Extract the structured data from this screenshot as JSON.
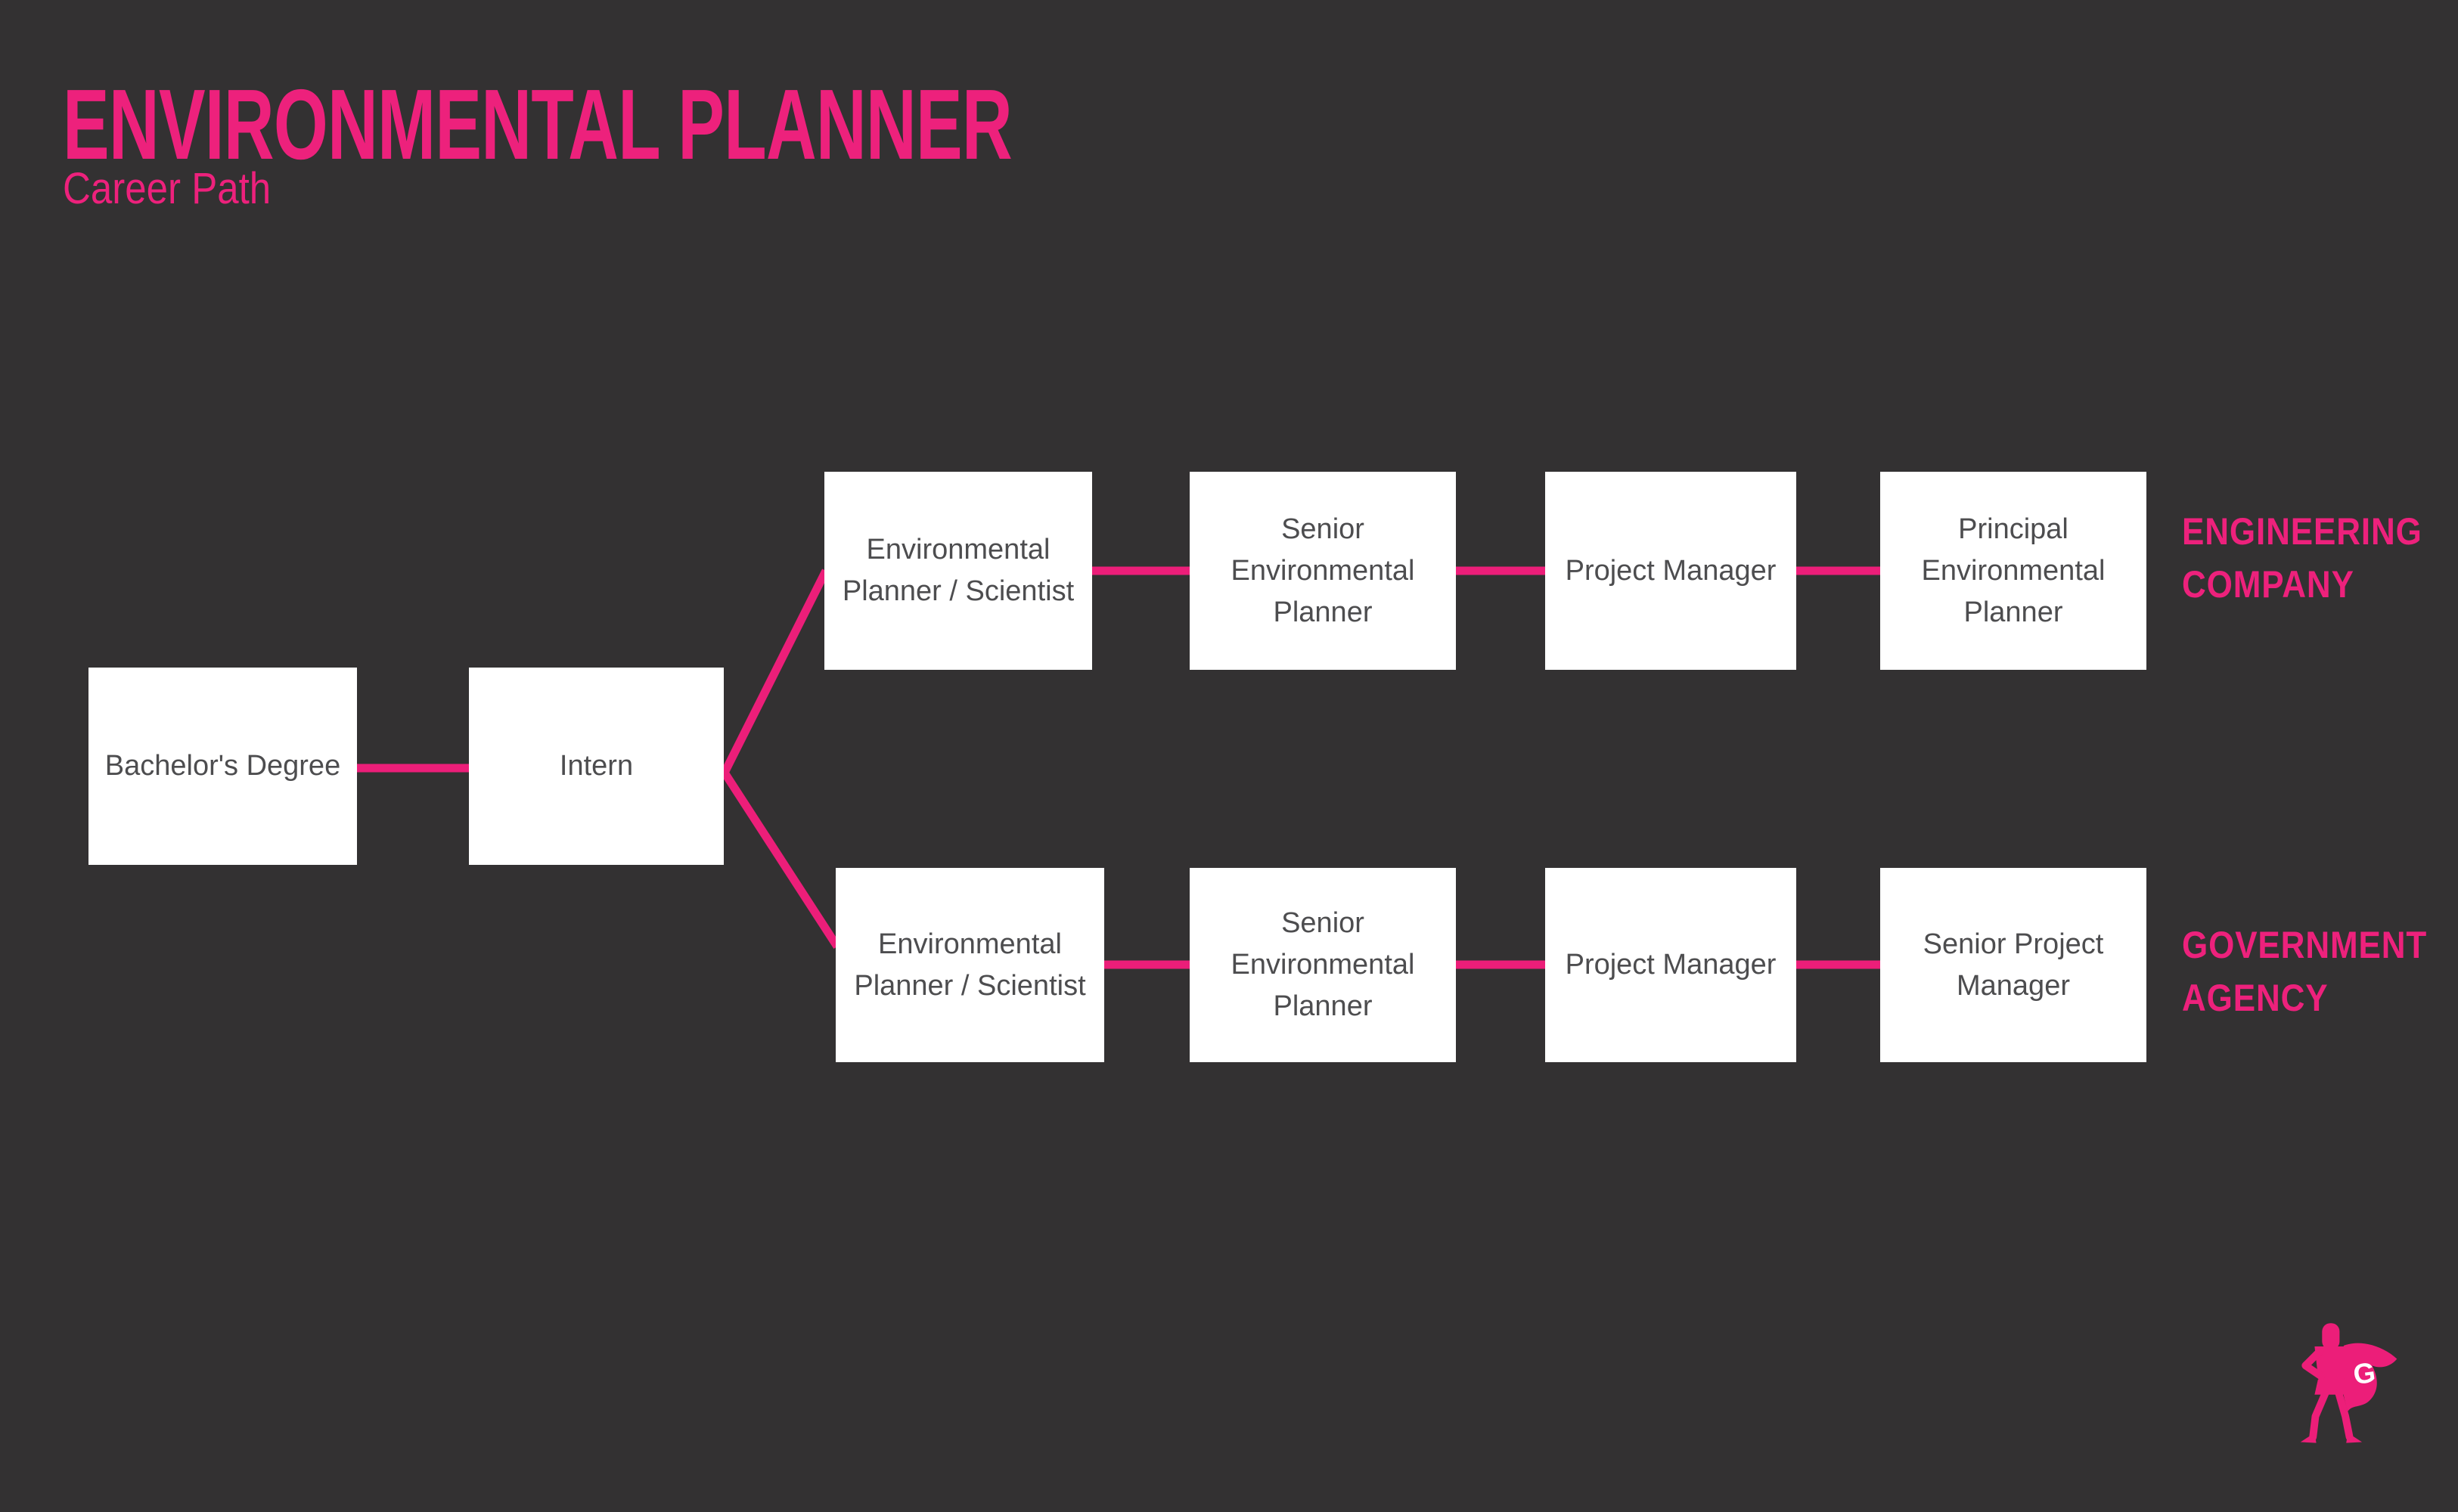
{
  "header": {
    "title": "ENVIRONMENTAL PLANNER",
    "subtitle": "Career Path"
  },
  "colors": {
    "background": "#333132",
    "accent_pink": "#ED217C",
    "connector_pink": "#EC1E79",
    "node_background": "#FFFFFF",
    "node_text": "#4D4D4F",
    "logo_letter_color": "#FFFFFF"
  },
  "flow": {
    "entry_nodes": [
      {
        "id": "bachelors-degree",
        "lines": [
          "Bachelor's Degree"
        ]
      },
      {
        "id": "intern",
        "lines": [
          "Intern"
        ]
      }
    ],
    "tracks": [
      {
        "id": "engineering-company",
        "label_lines": [
          "ENGINEERING",
          "COMPANY"
        ],
        "nodes": [
          {
            "id": "environmental-planner-scientist",
            "lines": [
              "Environmental",
              "Planner / Scientist"
            ]
          },
          {
            "id": "senior-environmental-planner",
            "lines": [
              "Senior",
              "Environmental",
              "Planner"
            ]
          },
          {
            "id": "project-manager",
            "lines": [
              "Project Manager"
            ]
          },
          {
            "id": "principal-environmental-planner",
            "lines": [
              "Principal",
              "Environmental",
              "Planner"
            ]
          }
        ]
      },
      {
        "id": "government-agency",
        "label_lines": [
          "GOVERNMENT",
          "AGENCY"
        ],
        "nodes": [
          {
            "id": "environmental-planner-scientist",
            "lines": [
              "Environmental",
              "Planner / Scientist"
            ]
          },
          {
            "id": "senior-environmental-planner",
            "lines": [
              "Senior",
              "Environmental",
              "Planner"
            ]
          },
          {
            "id": "project-manager",
            "lines": [
              "Project Manager"
            ]
          },
          {
            "id": "senior-project-manager",
            "lines": [
              "Senior Project",
              "Manager"
            ]
          }
        ]
      }
    ]
  },
  "logo": {
    "letter": "G"
  }
}
